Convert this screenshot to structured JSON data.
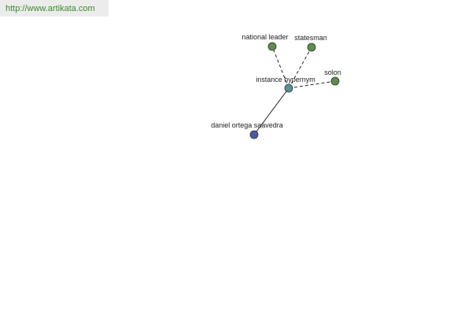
{
  "site_link": {
    "text": "http://www.artikata.com",
    "color": "#3d8a2c"
  },
  "graph": {
    "colors": {
      "hypernym_node": "#5a9090",
      "related_node": "#5c8e4e",
      "term_node": "#4a5aa0",
      "edge": "#222222"
    },
    "nodes": {
      "center": {
        "label": "instance hypernym",
        "kind": "hypernym"
      },
      "national_leader": {
        "label": "national leader",
        "kind": "related"
      },
      "statesman": {
        "label": "statesman",
        "kind": "related"
      },
      "solon": {
        "label": "solon",
        "kind": "related"
      },
      "term": {
        "label": "daniel ortega saavedra",
        "kind": "term"
      }
    },
    "edges": [
      {
        "from": "center",
        "to": "national_leader",
        "style": "dashed"
      },
      {
        "from": "center",
        "to": "statesman",
        "style": "dashed"
      },
      {
        "from": "center",
        "to": "solon",
        "style": "dashed"
      },
      {
        "from": "center",
        "to": "term",
        "style": "solid"
      }
    ]
  }
}
